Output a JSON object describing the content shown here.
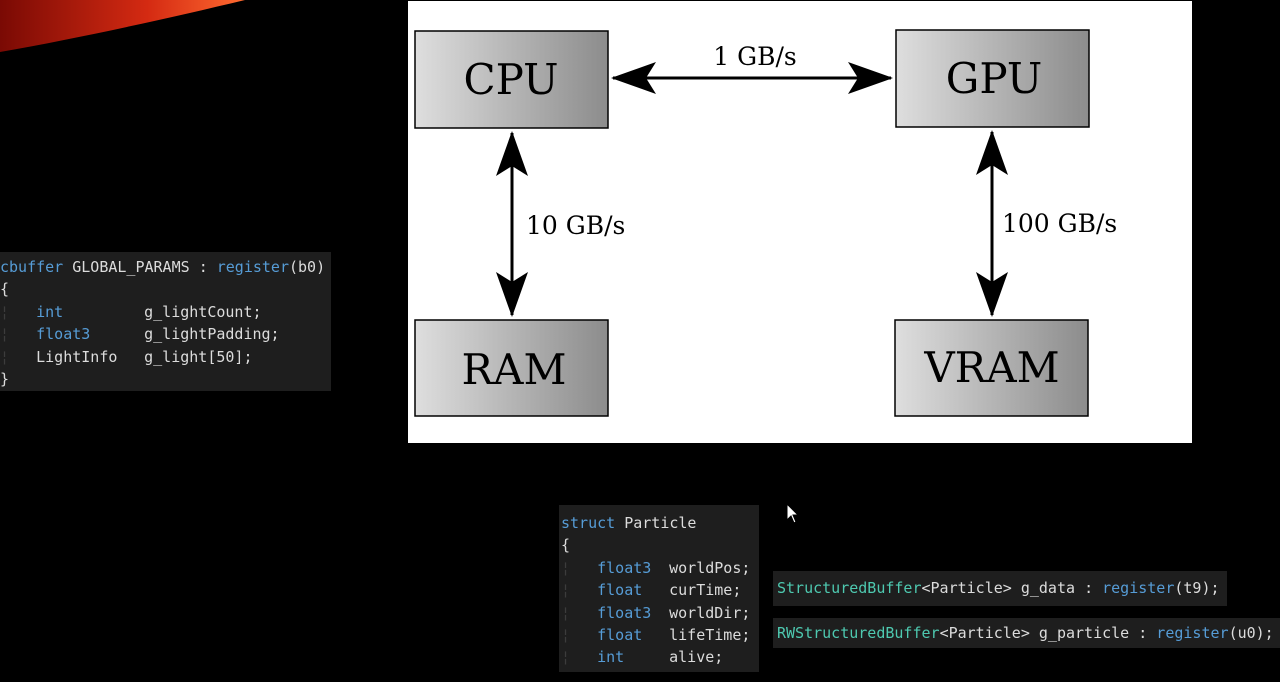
{
  "diagram": {
    "nodes": {
      "cpu": "CPU",
      "gpu": "GPU",
      "ram": "RAM",
      "vram": "VRAM"
    },
    "edges": {
      "cpu_gpu": "1 GB/s",
      "cpu_ram": "10 GB/s",
      "gpu_vram": "100 GB/s"
    }
  },
  "code_cbuffer": {
    "line1_kw": "cbuffer",
    "line1_name": " GLOBAL_PARAMS ",
    "line1_colon": ":",
    "line1_reg": " register",
    "line1_arg": "(b0)",
    "open_brace": "{",
    "fields": [
      {
        "type": "int",
        "name": "g_lightCount;"
      },
      {
        "type": "float3",
        "name": "g_lightPadding;"
      },
      {
        "type": "LightInfo",
        "name": "g_light[50];"
      }
    ],
    "close_brace": "}"
  },
  "code_particle": {
    "kw": "struct",
    "name": " Particle",
    "open_brace": "{",
    "fields": [
      {
        "type": "float3",
        "name": "worldPos;"
      },
      {
        "type": "float",
        "name": "curTime;"
      },
      {
        "type": "float3",
        "name": "worldDir;"
      },
      {
        "type": "float",
        "name": "lifeTime;"
      },
      {
        "type": "int",
        "name": "alive;"
      }
    ]
  },
  "code_structured": {
    "type": "StructuredBuffer",
    "template": "<Particle>",
    "name": " g_data ",
    "colon": ":",
    "reg": " register",
    "arg": "(t9);"
  },
  "code_rwstructured": {
    "type": "RWStructuredBuffer",
    "template": "<Particle>",
    "name": " g_particle ",
    "colon": ":",
    "reg": " register",
    "arg": "(u0);"
  },
  "colors": {
    "background": "#000000",
    "panel": "#ffffff",
    "box_gradient_start": "#d9d9d9",
    "box_gradient_end": "#8a8a8a",
    "code_bg": "#1e1e1e",
    "keyword": "#569cd6",
    "type": "#4ec9b0",
    "accent_swoosh": "#c0180c"
  }
}
